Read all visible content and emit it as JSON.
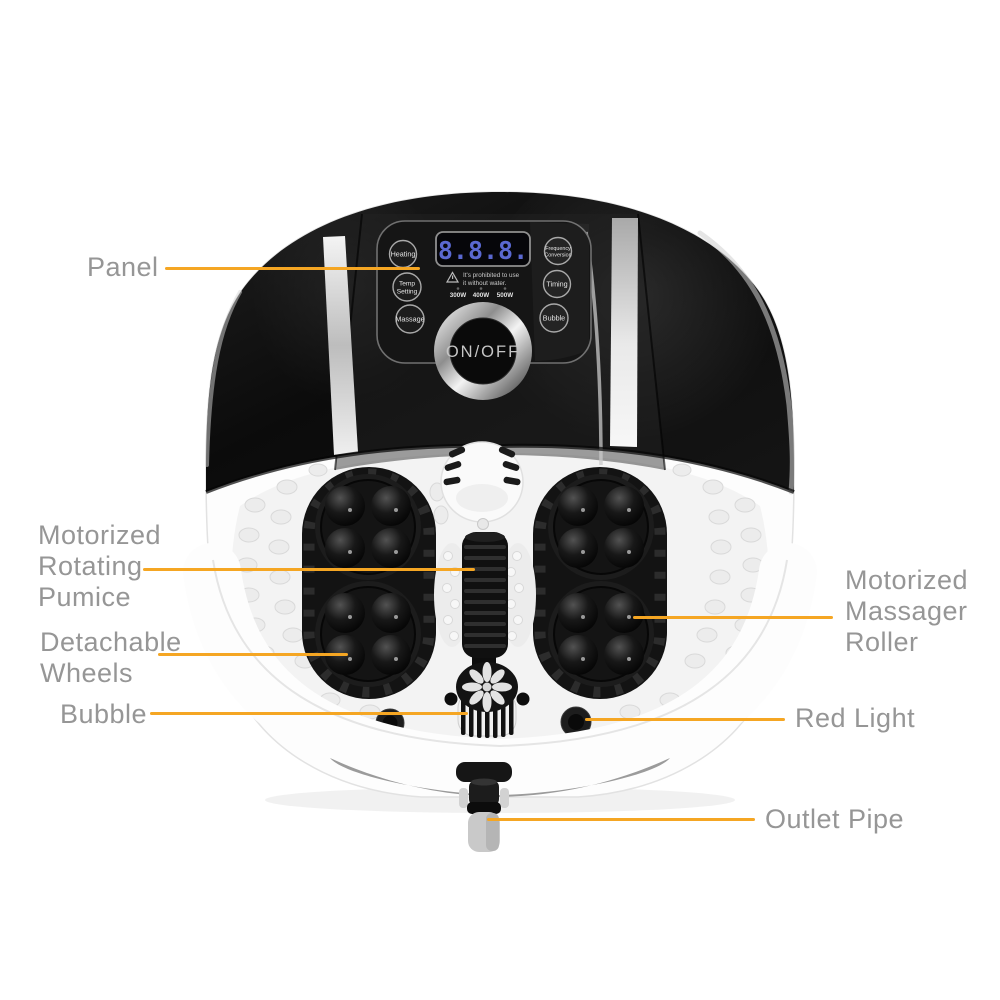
{
  "product": {
    "panel": {
      "display_value": "8.8.8.",
      "warning_line1": "It's prohibited to use",
      "warning_line2": "it without water.",
      "wattages": [
        "300W",
        "400W",
        "500W"
      ],
      "buttons": {
        "heating": "Heating",
        "temp_setting_line1": "Temp",
        "temp_setting_line2": "Setting",
        "massage": "Massage",
        "frequency_line1": "Frequency",
        "frequency_line2": "Conversion",
        "timing": "Timing",
        "bubble": "Bubble",
        "power": "ON/OFF"
      }
    }
  },
  "annotations": {
    "panel": "Panel",
    "pumice_line1": "Motorized",
    "pumice_line2": "Rotating",
    "pumice_line3": "Pumice",
    "wheels_line1": "Detachable",
    "wheels_line2": "Wheels",
    "bubble": "Bubble",
    "roller_line1": "Motorized",
    "roller_line2": "Massager",
    "roller_line3": "Roller",
    "red_light": "Red Light",
    "outlet_pipe": "Outlet Pipe"
  },
  "colors": {
    "accent_line": "#F5A623",
    "annotation_text": "#969696",
    "display_digits": "#5A68D0"
  }
}
